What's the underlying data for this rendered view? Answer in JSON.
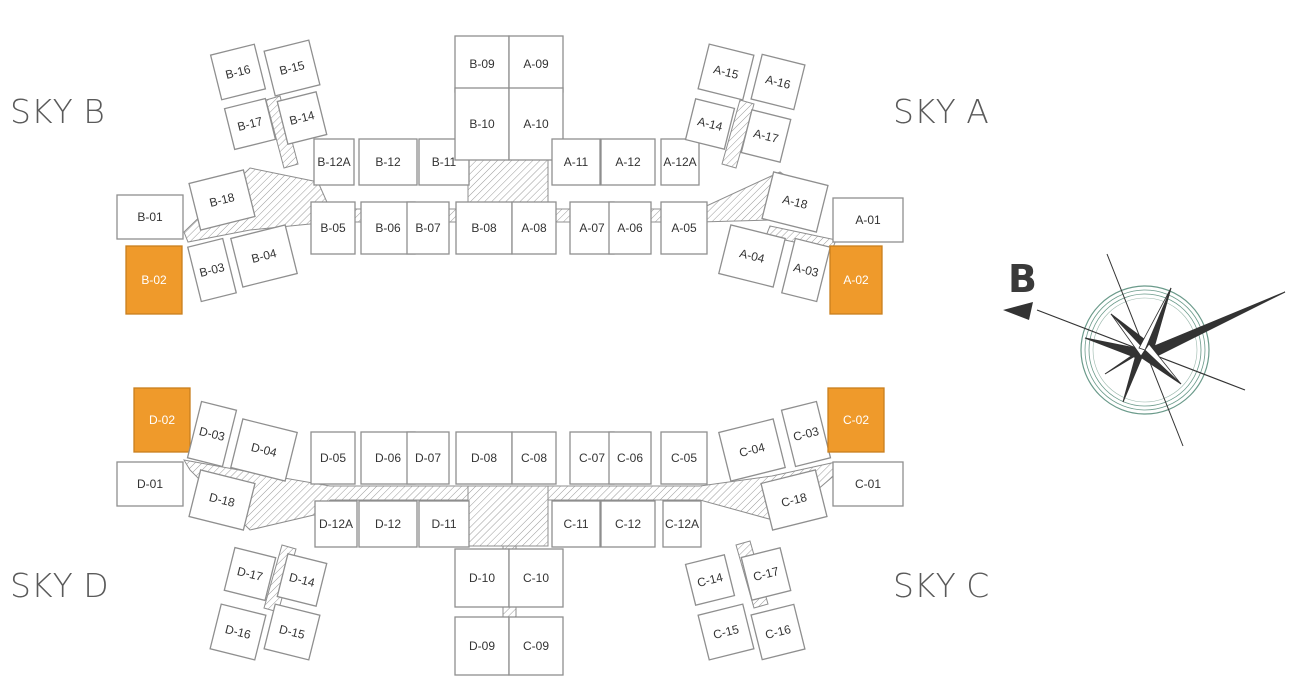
{
  "towers": {
    "sky_a": "SKY A",
    "sky_b": "SKY B",
    "sky_c": "SKY C",
    "sky_d": "SKY D"
  },
  "compass": {
    "north_label": "B"
  },
  "highlight_color": "#ef9a2b",
  "highlighted_units": [
    "A-02",
    "B-02",
    "C-02",
    "D-02"
  ],
  "units": {
    "b_wing_top": [
      "B-16",
      "B-15",
      "B-17",
      "B-14"
    ],
    "b_row_upper": [
      "B-12A",
      "B-12",
      "B-11"
    ],
    "b_row_lower": [
      "B-05",
      "B-06",
      "B-07",
      "B-08"
    ],
    "b_end": [
      "B-01",
      "B-18",
      "B-02",
      "B-03",
      "B-04"
    ],
    "core_top": [
      "B-09",
      "A-09",
      "B-10",
      "A-10"
    ],
    "a_row_upper": [
      "A-11",
      "A-12",
      "A-12A"
    ],
    "a_row_lower": [
      "A-08",
      "A-07",
      "A-06",
      "A-05"
    ],
    "a_wing_top": [
      "A-15",
      "A-16",
      "A-14",
      "A-17"
    ],
    "a_end": [
      "A-18",
      "A-01",
      "A-04",
      "A-03",
      "A-02"
    ],
    "d_end": [
      "D-02",
      "D-03",
      "D-04",
      "D-01",
      "D-18"
    ],
    "d_row_upper": [
      "D-05",
      "D-06",
      "D-07",
      "D-08"
    ],
    "d_row_lower": [
      "D-12A",
      "D-12",
      "D-11"
    ],
    "d_wing_bottom": [
      "D-17",
      "D-14",
      "D-16",
      "D-15"
    ],
    "core_bottom": [
      "D-10",
      "C-10",
      "D-09",
      "C-09"
    ],
    "c_row_upper": [
      "C-08",
      "C-07",
      "C-06",
      "C-05"
    ],
    "c_row_lower": [
      "C-11",
      "C-12",
      "C-12A"
    ],
    "c_end": [
      "C-04",
      "C-03",
      "C-02",
      "C-18",
      "C-01"
    ],
    "c_wing_bottom": [
      "C-14",
      "C-17",
      "C-15",
      "C-16"
    ]
  }
}
